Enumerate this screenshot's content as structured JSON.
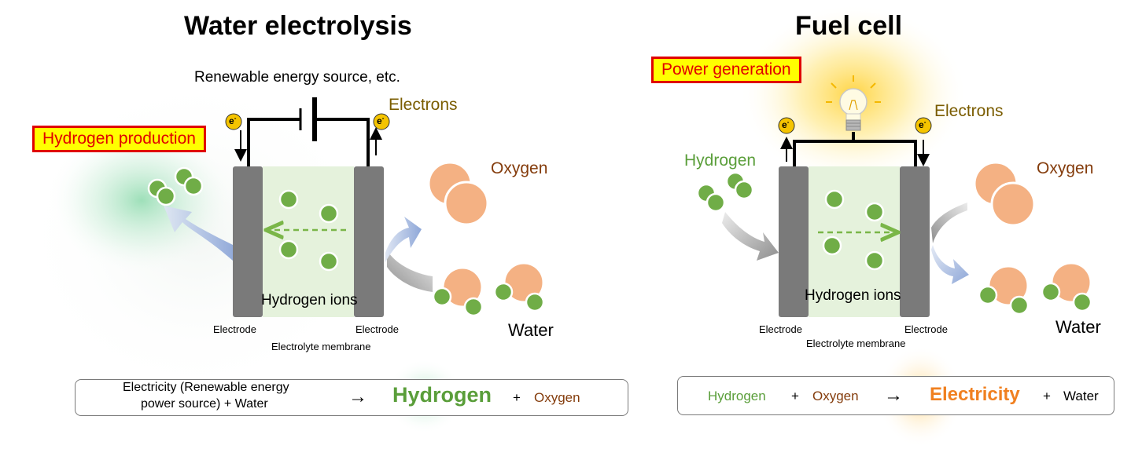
{
  "left": {
    "title": "Water electrolysis",
    "badge": "Hydrogen production",
    "source_label": "Renewable energy source, etc.",
    "electrons_label": "Electrons",
    "electron_symbol": "e",
    "oxygen_label": "Oxygen",
    "water_label": "Water",
    "ions_label": "Hydrogen ions",
    "electrode_left": "Electrode",
    "electrode_right": "Electrode",
    "membrane_label": "Electrolyte membrane",
    "equation": {
      "reactant_line1": "Electricity  (Renewable energy",
      "reactant_line2": "power source)  +   Water",
      "arrow": "→",
      "product_main": "Hydrogen",
      "plus": "+",
      "product_2": "Oxygen"
    }
  },
  "right": {
    "title": "Fuel cell",
    "badge": "Power generation",
    "electrons_label": "Electrons",
    "electron_symbol": "e",
    "hydrogen_label": "Hydrogen",
    "oxygen_label": "Oxygen",
    "water_label": "Water",
    "ions_label": "Hydrogen ions",
    "electrode_left": "Electrode",
    "electrode_right": "Electrode",
    "membrane_label": "Electrolyte membrane",
    "equation": {
      "reactant_1": "Hydrogen",
      "plus1": "+",
      "reactant_2": "Oxygen",
      "arrow": "→",
      "product_main": "Electricity",
      "plus2": "+",
      "product_2": "Water"
    }
  },
  "colors": {
    "hydrogen_green": "#5a9e3a",
    "oxygen_brown": "#8b4513",
    "electricity_orange": "#f08020",
    "badge_red": "#e00000",
    "badge_yellow": "#ffff00",
    "electron_gold": "#7a5c00"
  }
}
